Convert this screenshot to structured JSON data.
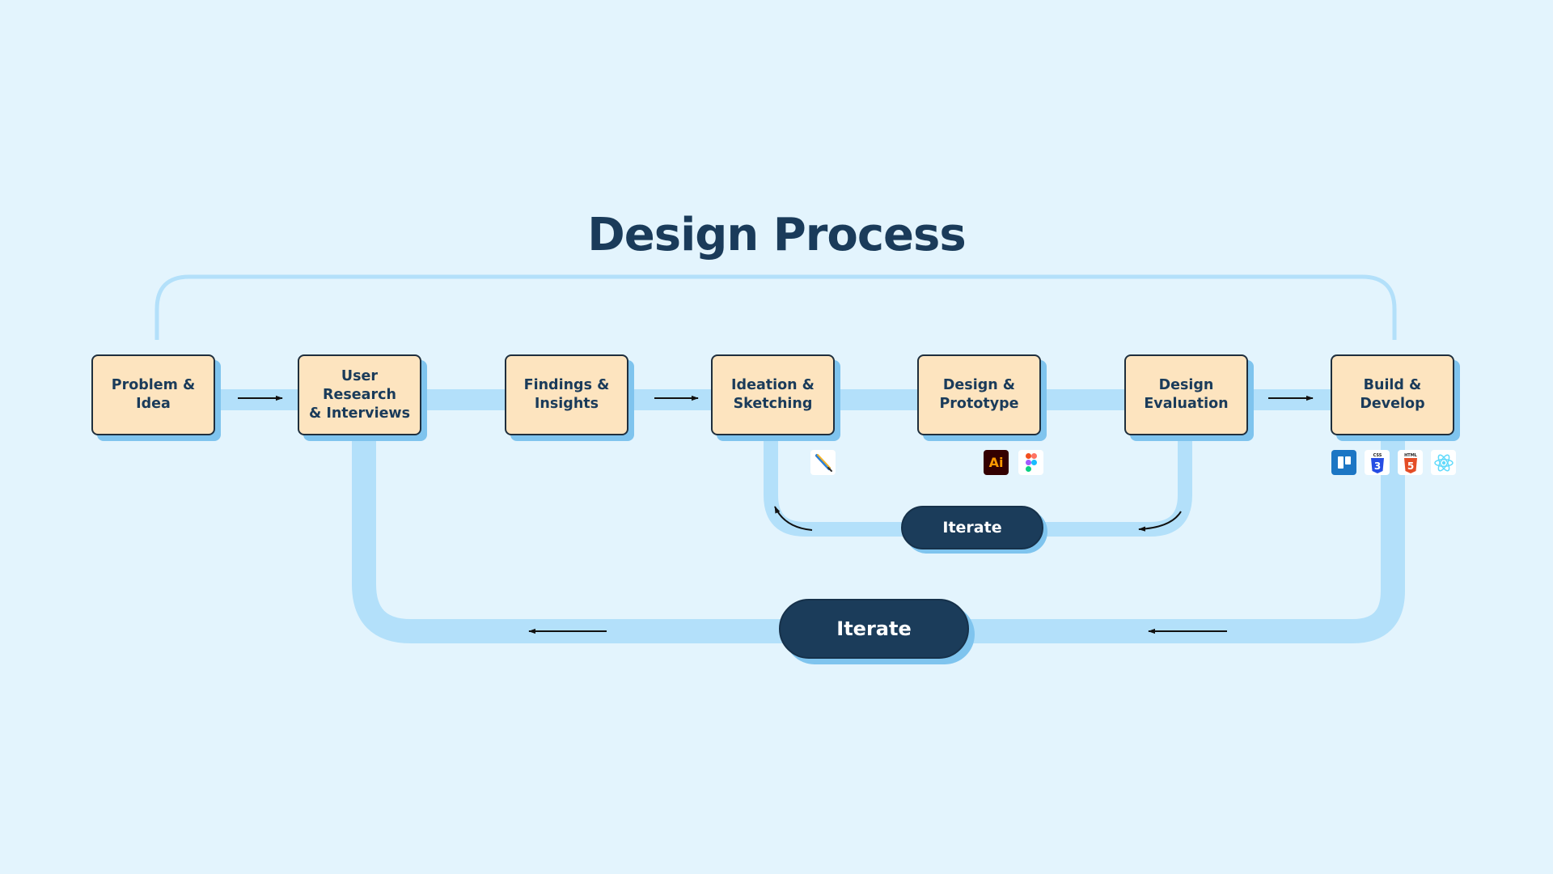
{
  "title": "Design Process",
  "stages": [
    {
      "id": "problem",
      "label": "Problem &\nIdea"
    },
    {
      "id": "research",
      "label": "User Research\n& Interviews"
    },
    {
      "id": "findings",
      "label": "Findings &\nInsights"
    },
    {
      "id": "ideation",
      "label": "Ideation &\nSketching"
    },
    {
      "id": "design",
      "label": "Design &\nPrototype"
    },
    {
      "id": "evaluation",
      "label": "Design\nEvaluation"
    },
    {
      "id": "build",
      "label": "Build &\nDevelop"
    }
  ],
  "iterate_small": "Iterate",
  "iterate_large": "Iterate",
  "tools": {
    "illustrator_text": "Ai",
    "css_text": "CSS",
    "html_text": "HTML",
    "icons": [
      "pencil-icon",
      "illustrator-icon",
      "figma-icon",
      "trello-icon",
      "css3-icon",
      "html5-icon",
      "react-icon"
    ]
  },
  "colors": {
    "background": "#e3f4fd",
    "track": "#b3e0fa",
    "box_fill": "#fde4bf",
    "box_shadow": "#7fc4ee",
    "navy": "#1b3c5a"
  }
}
